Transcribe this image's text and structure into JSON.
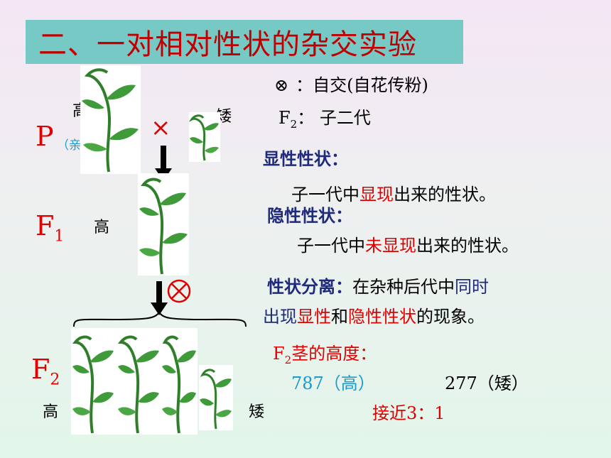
{
  "title": "二、一对相对性状的杂交实验",
  "labels": {
    "tall": "高",
    "short": "矮",
    "p_letter": "P",
    "p_note": "（亲本）",
    "cross_symbol": "×",
    "f1_letter": "F",
    "f1_sub": "1",
    "f2_letter": "F",
    "f2_sub": "2"
  },
  "legend": {
    "self_symbol": "⊗",
    "self_text": "：自交(自花传粉)",
    "f2_letter": "F",
    "f2_sub": "2",
    "f2_text": "： 子二代"
  },
  "dominant": {
    "heading": "显性性状：",
    "def_pre": "子一代中",
    "def_key": "显现",
    "def_post": "出来的性状。"
  },
  "recessive": {
    "heading": "隐性性状：",
    "def_pre": "子一代中",
    "def_key": "未显现",
    "def_post": "出来的性状。"
  },
  "segregation": {
    "heading": "性状分离：",
    "line1_pre": "在杂种后代中",
    "line1_key": "同时",
    "line2_a": "出现",
    "line2_b": "显性",
    "line2_c": "和",
    "line2_d": "隐性性状",
    "line2_e": "的现象。"
  },
  "f2_height": {
    "label_letter": "F",
    "label_sub": "2",
    "label_text": "茎的高度：",
    "tall_count": "787（高）",
    "short_count": "277（矮）",
    "ratio_text": "接近3：1"
  },
  "colors": {
    "accent_red": "#e00000",
    "navy": "#1f2a7a",
    "blue": "#1a9ad0",
    "title_bg": "#77c9c6"
  }
}
